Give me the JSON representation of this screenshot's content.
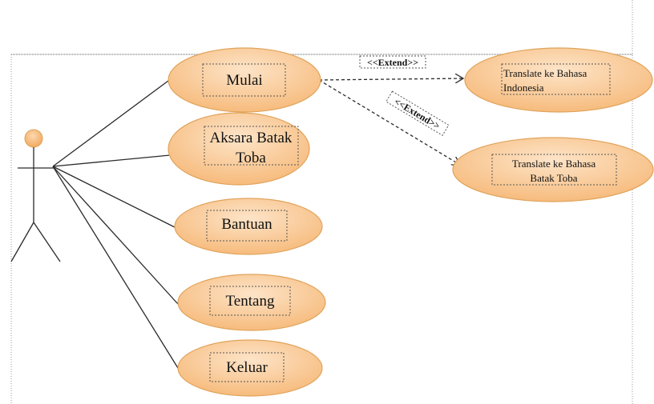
{
  "colors": {
    "usecase_fill_light": "#fde4c8",
    "usecase_fill_dark": "#f6b877",
    "usecase_stroke": "#e0a35a",
    "actor_head": "#f5b56e",
    "line": "#2a2a2a",
    "boundary": "#999999"
  },
  "actor": {
    "icon": "stick-figure-actor-icon"
  },
  "use_cases": {
    "mulai": "Mulai",
    "aksara_line1": "Aksara Batak",
    "aksara_line2": "Toba",
    "bantuan": "Bantuan",
    "tentang": "Tentang",
    "keluar": "Keluar"
  },
  "extended": {
    "indonesia_line1": "Translate ke Bahasa",
    "indonesia_line2": "Indonesia",
    "batak_line1": "Translate ke  Bahasa",
    "batak_line2": "Batak Toba"
  },
  "relations": {
    "extend_label_1": "<<Extend>>",
    "extend_label_2": "<<Extend>>"
  }
}
